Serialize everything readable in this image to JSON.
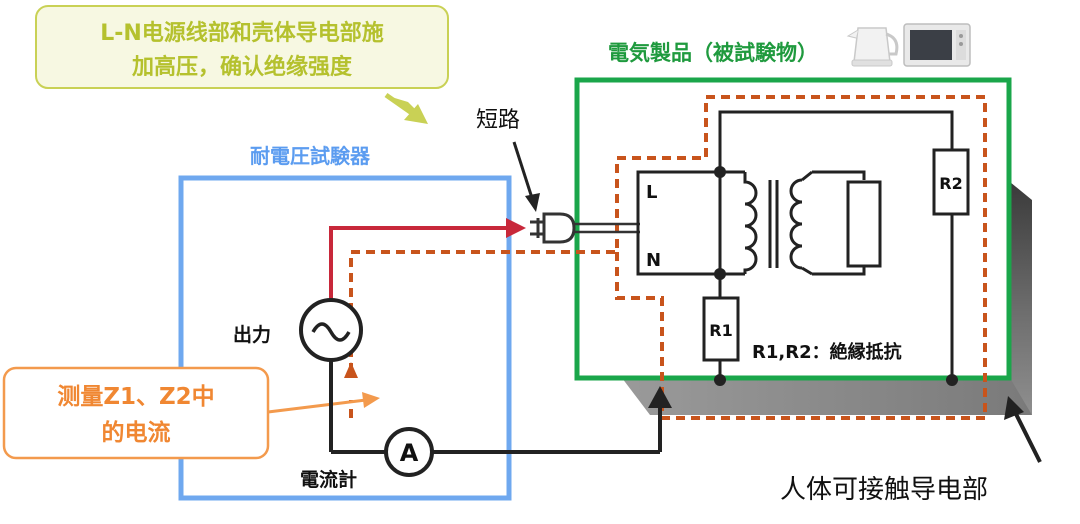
{
  "callout_top": {
    "line1": "L-N电源线部和壳体导电部施",
    "line2": "加高压，确认绝缘强度"
  },
  "product": {
    "title": "電気製品（被試験物）",
    "terminal_l": "L",
    "terminal_n": "N",
    "r1": "R1",
    "r2": "R2",
    "resistor_note": "R1,R2：絶縁抵抗"
  },
  "tester": {
    "title": "耐電圧試験器",
    "output_label": "出力",
    "ammeter_symbol": "A",
    "ammeter_label": "電流計"
  },
  "short_label": "短路",
  "callout_bottom": {
    "line1": "测量Z1、Z2中",
    "line2": "的电流"
  },
  "body_label": "人体可接触导电部",
  "colors": {
    "tester_box": "#6fa8ef",
    "product_box": "#1aa64a",
    "hv_path": "#c8283a",
    "current_path": "#c8541c",
    "callout_top_bg": "#f7f8e2",
    "callout_top_border": "#c9d155",
    "callout_top_text": "#b5c12e",
    "callout_bottom_border": "#f39a4d",
    "callout_bottom_text": "#f08732",
    "title_green": "#1f9a3e",
    "title_blue": "#5b9cf0"
  },
  "icons": [
    "kettle-icon",
    "microwave-icon",
    "plug-icon",
    "ac-source-icon",
    "ammeter-icon",
    "transformer-icon"
  ]
}
